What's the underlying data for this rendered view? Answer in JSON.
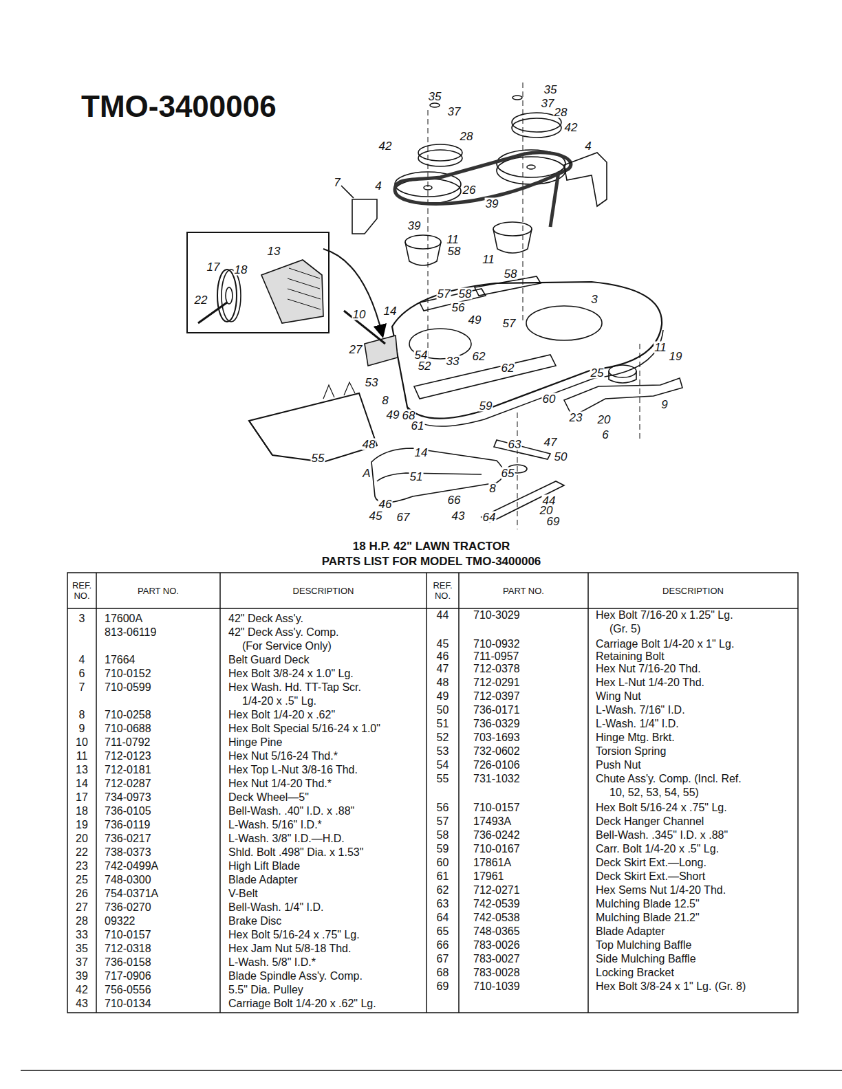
{
  "diagram": {
    "title": "TMO-3400006",
    "labels": [
      "35",
      "37",
      "28",
      "42",
      "7",
      "4",
      "26",
      "35",
      "37",
      "28",
      "42",
      "4",
      "39",
      "39",
      "11",
      "58",
      "13",
      "17",
      "18",
      "22",
      "11",
      "58",
      "57",
      "58",
      "56",
      "49",
      "57",
      "3",
      "14",
      "10",
      "27",
      "54",
      "52",
      "33",
      "62",
      "62",
      "11",
      "19",
      "25",
      "53",
      "8",
      "49",
      "68",
      "61",
      "59",
      "60",
      "23",
      "9",
      "20",
      "6",
      "55",
      "48",
      "14",
      "63",
      "47",
      "50",
      "A",
      "51",
      "65",
      "8",
      "46",
      "66",
      "44",
      "45",
      "67",
      "43",
      "64",
      "20",
      "69",
      "18 H.P. 42\" LAWN TRACTOR",
      "PARTS LIST FOR MODEL TMO-3400006",
      "REF. NO.",
      "PART NO.",
      "DESCRIPTION",
      "REF. NO.",
      "PART NO.",
      "DESCRIPTION",
      "3",
      "17600A",
      "42\" Deck Ass'y.",
      "813-06119",
      "42\" Deck Ass'y. Comp. (For Service Only)",
      "4",
      "17664",
      "Belt Guard Deck",
      "6",
      "710-0152",
      "Hex Bolt 3/8-24 x 1.0\" Lg.",
      "7",
      "710-0599",
      "Hex Wash. Hd. TT-Tap Scr. 1/4-20 x .5\" Lg.",
      "8",
      "710-0258",
      "Hex Bolt 1/4-20 x .62\"",
      "9",
      "710-0688",
      "Hex Bolt Special 5/16-24 x 1.0\"",
      "10",
      "711-0792",
      "Hinge Pine",
      "11",
      "712-0123",
      "Hex Nut 5/16-24 Thd.*",
      "13",
      "712-0181",
      "Hex Top L-Nut 3/8-16 Thd.",
      "14",
      "712-0287",
      "Hex Nut 1/4-20 Thd.*",
      "17",
      "734-0973",
      "Deck Wheel—5\"",
      "18",
      "736-0105",
      "Bell-Wash. .40\" I.D. x .88\"",
      "19",
      "736-0119",
      "L-Wash. 5/16\" I.D.*",
      "20",
      "736-0217",
      "L-Wash. 3/8\" I.D.—H.D.",
      "22",
      "738-0373",
      "Shld. Bolt .498\" Dia. x 1.53\"",
      "23",
      "742-0499A",
      "High Lift Blade",
      "25",
      "748-0300",
      "Blade Adapter",
      "26",
      "754-0371A",
      "V-Belt",
      "27",
      "736-0270",
      "Bell-Wash. 1/4\" I.D.",
      "28",
      "09322",
      "Brake Disc",
      "33",
      "710-0157",
      "Hex Bolt 5/16-24 x .75\" Lg.",
      "35",
      "712-0318",
      "Hex Jam Nut 5/8-18 Thd.",
      "37",
      "736-0158",
      "L-Wash. 5/8\" I.D.*",
      "39",
      "717-0906",
      "Blade Spindle Ass'y. Comp.",
      "42",
      "756-0556",
      "5.5\" Dia. Pulley",
      "43",
      "710-0134",
      "Carriage Bolt 1/4-20 x .62\" Lg.",
      "44",
      "710-3029",
      "Hex Bolt 7/16-20 x 1.25\" Lg. (Gr. 5)",
      "45",
      "710-0932",
      "Carriage Bolt 1/4-20 x 1\" Lg.",
      "46",
      "711-0957",
      "Retaining Bolt",
      "47",
      "712-0378",
      "Hex Nut 7/16-20 Thd.",
      "48",
      "712-0291",
      "Hex L-Nut 1/4-20 Thd.",
      "49",
      "712-0397",
      "Wing Nut",
      "50",
      "736-0171",
      "L-Wash. 7/16\" I.D.",
      "51",
      "736-0329",
      "L-Wash. 1/4\" I.D.",
      "52",
      "703-1693",
      "Hinge Mtg. Brkt.",
      "53",
      "732-0602",
      "Torsion Spring",
      "54",
      "726-0106",
      "Push Nut",
      "55",
      "731-1032",
      "Chute Ass'y. Comp. (Incl. Ref. 10, 52, 53, 54, 55)",
      "56",
      "710-0157",
      "Hex Bolt 5/16-24 x .75\" Lg.",
      "57",
      "17493A",
      "Deck Hanger Channel",
      "58",
      "736-0242",
      "Bell-Wash. .345\" I.D. x .88\"",
      "59",
      "710-0167",
      "Carr. Bolt 1/4-20 x .5\" Lg.",
      "60",
      "17861A",
      "Deck Skirt Ext.—Long.",
      "61",
      "17961",
      "Deck Skirt Ext.—Short",
      "62",
      "712-0271",
      "Hex Sems Nut 1/4-20 Thd.",
      "63",
      "742-0539",
      "Mulching Blade 12.5\"",
      "64",
      "742-0538",
      "Mulching Blade 21.2\"",
      "65",
      "748-0365",
      "Blade Adapter",
      "66",
      "783-0026",
      "Top Mulching Baffle",
      "67",
      "783-0027",
      "Side Mulching Baffle",
      "68",
      "783-0028",
      "Locking Bracket",
      "69",
      "710-1039",
      "Hex Bolt 3/8-24 x 1\" Lg. (Gr. 8)"
    ]
  }
}
